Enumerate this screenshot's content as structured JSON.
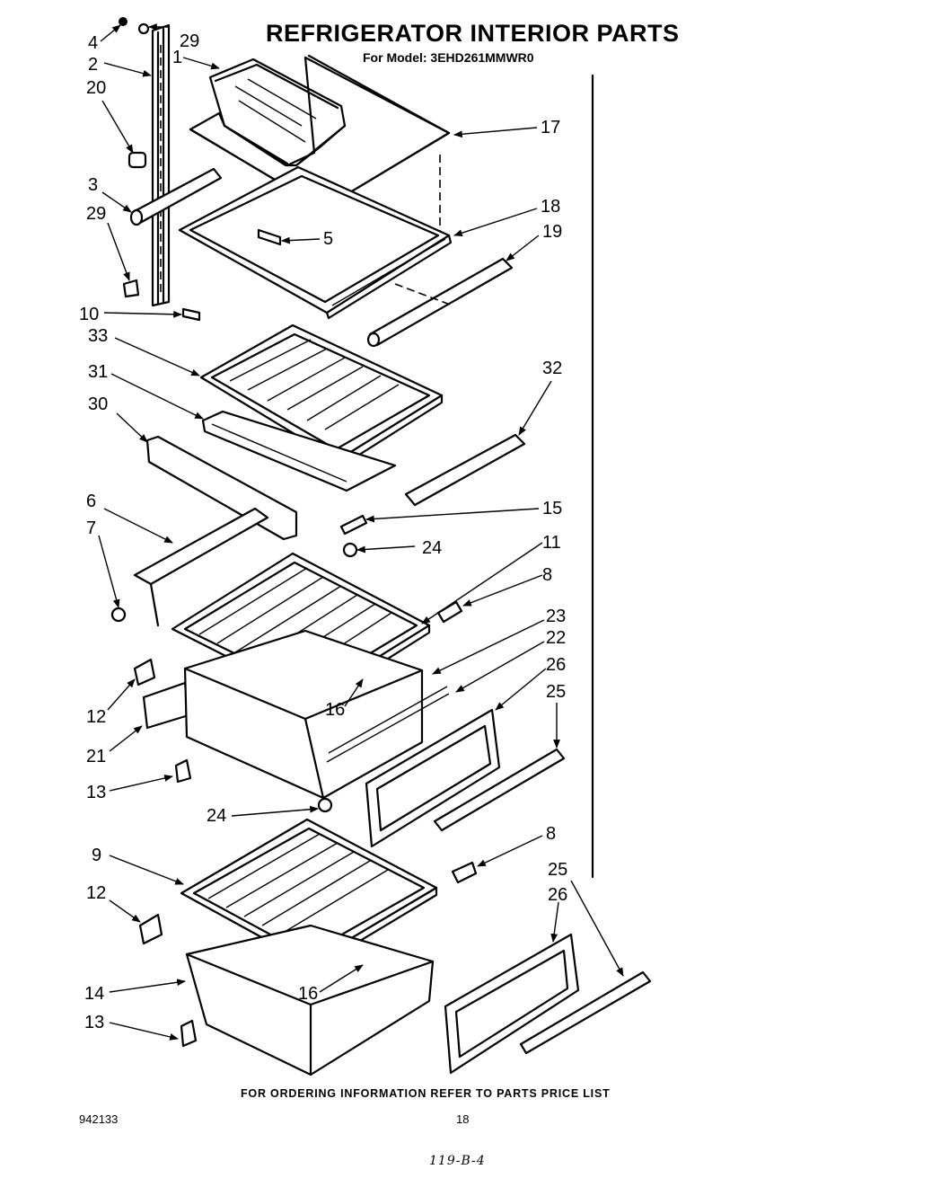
{
  "header": {
    "title": "REFRIGERATOR INTERIOR PARTS",
    "subtitle": "For Model: 3EHD261MMWR0"
  },
  "footer": {
    "note": "FOR ORDERING INFORMATION REFER TO PARTS PRICE LIST",
    "doc_number": "942133",
    "page_number": "18",
    "handwritten": "119-B-4"
  },
  "callouts": [
    {
      "id": "c4",
      "label": "4"
    },
    {
      "id": "c29a",
      "label": "29"
    },
    {
      "id": "c2",
      "label": "2"
    },
    {
      "id": "c1",
      "label": "1"
    },
    {
      "id": "c20",
      "label": "20"
    },
    {
      "id": "c17",
      "label": "17"
    },
    {
      "id": "c3",
      "label": "3"
    },
    {
      "id": "c18",
      "label": "18"
    },
    {
      "id": "c29b",
      "label": "29"
    },
    {
      "id": "c19",
      "label": "19"
    },
    {
      "id": "c5",
      "label": "5"
    },
    {
      "id": "c10",
      "label": "10"
    },
    {
      "id": "c33",
      "label": "33"
    },
    {
      "id": "c32",
      "label": "32"
    },
    {
      "id": "c31",
      "label": "31"
    },
    {
      "id": "c30",
      "label": "30"
    },
    {
      "id": "c6",
      "label": "6"
    },
    {
      "id": "c15",
      "label": "15"
    },
    {
      "id": "c7",
      "label": "7"
    },
    {
      "id": "c24a",
      "label": "24"
    },
    {
      "id": "c11",
      "label": "11"
    },
    {
      "id": "c8a",
      "label": "8"
    },
    {
      "id": "c23",
      "label": "23"
    },
    {
      "id": "c22",
      "label": "22"
    },
    {
      "id": "c26a",
      "label": "26"
    },
    {
      "id": "c25a",
      "label": "25"
    },
    {
      "id": "c12a",
      "label": "12"
    },
    {
      "id": "c16a",
      "label": "16"
    },
    {
      "id": "c21",
      "label": "21"
    },
    {
      "id": "c13a",
      "label": "13"
    },
    {
      "id": "c24b",
      "label": "24"
    },
    {
      "id": "c9",
      "label": "9"
    },
    {
      "id": "c8b",
      "label": "8"
    },
    {
      "id": "c25b",
      "label": "25"
    },
    {
      "id": "c26b",
      "label": "26"
    },
    {
      "id": "c12b",
      "label": "12"
    },
    {
      "id": "c14",
      "label": "14"
    },
    {
      "id": "c16b",
      "label": "16"
    },
    {
      "id": "c13b",
      "label": "13"
    }
  ]
}
